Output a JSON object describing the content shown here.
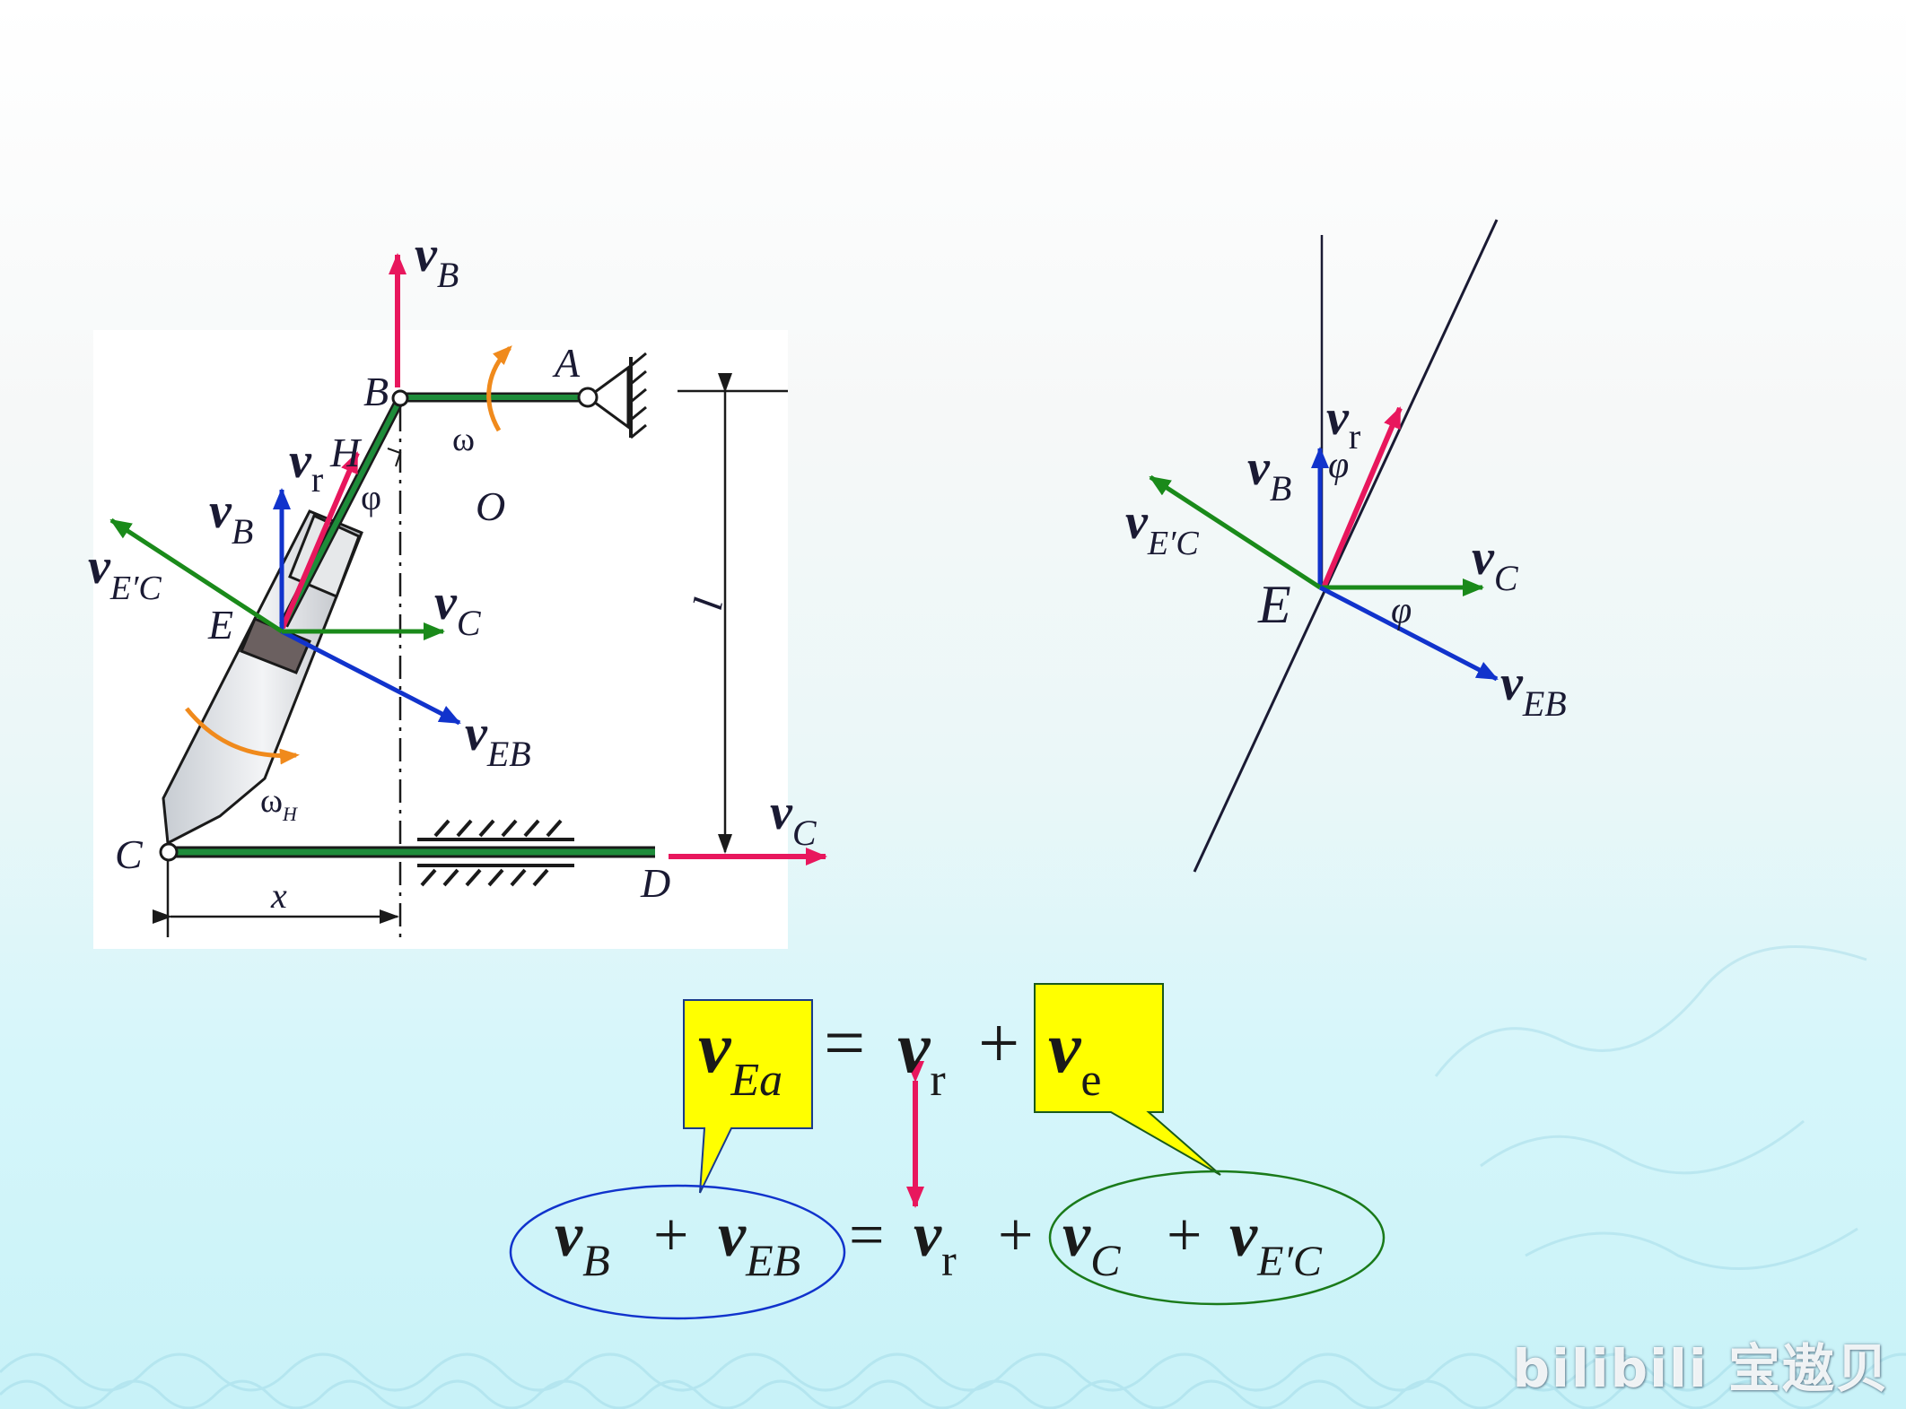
{
  "colors": {
    "pink": "#e8175d",
    "green": "#1a8a1a",
    "blue": "#1133cc",
    "dark": "#1a1a33",
    "orange": "#f08a1c",
    "callout": "#ffff00",
    "link": "#0f7a2a"
  },
  "mechanism": {
    "points": {
      "A": "A",
      "B": "B",
      "C": "C",
      "D": "D",
      "E": "E",
      "H": "H",
      "O": "O"
    },
    "dims": {
      "l": "l",
      "x": "x"
    },
    "omega": "ω",
    "omega_h": {
      "base": "ω",
      "sub": "H"
    },
    "phi": "φ",
    "labels": {
      "vB_top": {
        "v": "v",
        "sub": "B"
      },
      "vr": {
        "v": "v",
        "sub": "r"
      },
      "vB": {
        "v": "v",
        "sub": "B"
      },
      "vEC": {
        "v": "v",
        "sub": "E′C"
      },
      "vC": {
        "v": "v",
        "sub": "C"
      },
      "vEB": {
        "v": "v",
        "sub": "EB"
      },
      "vC_D": {
        "v": "v",
        "sub": "C"
      }
    }
  },
  "vector_diagram": {
    "point": "E",
    "phi_top": "φ",
    "phi_bottom": "φ",
    "labels": {
      "vr": {
        "v": "v",
        "sub": "r"
      },
      "vB": {
        "v": "v",
        "sub": "B"
      },
      "vEC": {
        "v": "v",
        "sub": "E′C"
      },
      "vC": {
        "v": "v",
        "sub": "C"
      },
      "vEB": {
        "v": "v",
        "sub": "EB"
      }
    }
  },
  "equation1": {
    "lhs": {
      "v": "v",
      "sub": "Ea"
    },
    "eq": "=",
    "t1": {
      "v": "v",
      "sub": "r"
    },
    "plus": "+",
    "t2": {
      "v": "v",
      "sub": "e"
    }
  },
  "equation2": {
    "a": {
      "v": "v",
      "sub": "B"
    },
    "plus1": "+",
    "b": {
      "v": "v",
      "sub": "EB"
    },
    "eq": "=",
    "c": {
      "v": "v",
      "sub": "r"
    },
    "plus2": "+",
    "d": {
      "v": "v",
      "sub": "C"
    },
    "plus3": "+",
    "e": {
      "v": "v",
      "sub": "E′C"
    }
  },
  "watermark": "bilibili 宝遨贝"
}
